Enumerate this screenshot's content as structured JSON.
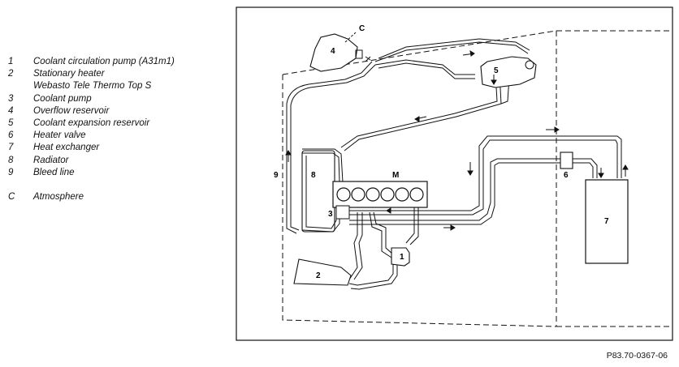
{
  "legend": [
    {
      "num": "1",
      "text": "Coolant circulation pump (A31m1)"
    },
    {
      "num": "2",
      "text": "Stationary heater"
    },
    {
      "num": "",
      "text": "Webasto Tele Thermo Top S"
    },
    {
      "num": "3",
      "text": "Coolant pump"
    },
    {
      "num": "4",
      "text": "Overflow reservoir"
    },
    {
      "num": "5",
      "text": "Coolant expansion reservoir"
    },
    {
      "num": "6",
      "text": "Heater valve"
    },
    {
      "num": "7",
      "text": "Heat exchanger"
    },
    {
      "num": "8",
      "text": "Radiator"
    },
    {
      "num": "9",
      "text": "Bleed line"
    }
  ],
  "legend_extra": {
    "num": "C",
    "text": "Atmosphere"
  },
  "diagram_labels": {
    "c": "C",
    "n1": "1",
    "n2": "2",
    "n3": "3",
    "n4": "4",
    "n5": "5",
    "n6": "6",
    "n7": "7",
    "n8": "8",
    "n9": "9",
    "m": "M"
  },
  "figure_ref": "P83.70-0367-06"
}
